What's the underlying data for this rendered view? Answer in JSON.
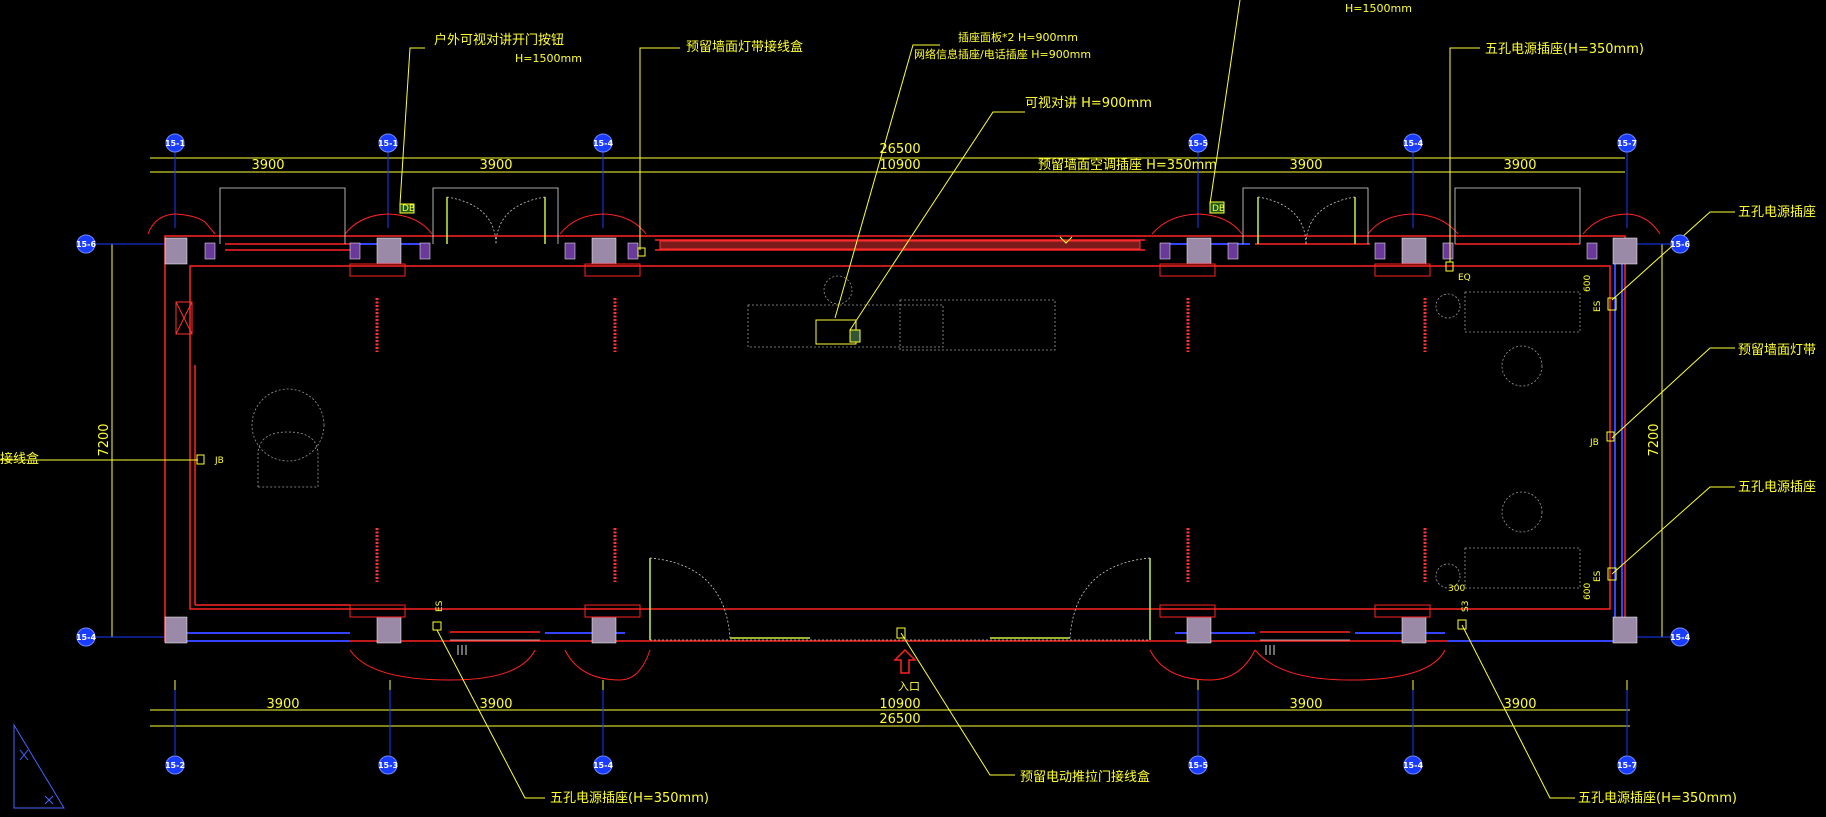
{
  "dimensions": {
    "top_segments": [
      "3900",
      "3900",
      "10900",
      "3900",
      "3900"
    ],
    "bottom_segments": [
      "3900",
      "3900",
      "10900",
      "3900",
      "3900"
    ],
    "total_length": "26500",
    "height": "7200"
  },
  "grid_bubbles": {
    "top": [
      "15-1",
      "15-1",
      "15-4",
      "15-5",
      "15-4",
      "15-7"
    ],
    "bottom": [
      "15-2",
      "15-3",
      "15-4",
      "15-5",
      "15-4",
      "15-7"
    ],
    "left": [
      "15-6",
      "15-4"
    ],
    "right": [
      "15-6",
      "15-4"
    ]
  },
  "annotations": {
    "outdoor_intercom_button": "户外可视对讲开门按钮",
    "outdoor_intercom_height": "H=1500mm",
    "wall_lightstrip_box_top": "预留墙面灯带接线盒",
    "socket_panel": "插座面板*2 H=900mm",
    "network_phone_socket": "网络信息插座/电话插座 H=900mm",
    "video_intercom": "可视对讲 H=900mm",
    "ac_socket": "预留墙面空调插座 H=350mm",
    "top_height_label": "H=1500mm",
    "five_hole_socket_top_right": "五孔电源插座(H=350mm)",
    "five_hole_socket_right_1": "五孔电源插座",
    "wall_lightstrip_right": "预留墙面灯带",
    "five_hole_socket_right_2": "五孔电源插座",
    "junction_box_left": "接线盒",
    "five_hole_socket_bottom_left": "五孔电源插座(H=350mm)",
    "electric_door_box": "预留电动推拉门接线盒",
    "five_hole_socket_bottom_right": "五孔电源插座(H=350mm)",
    "entrance": "入口"
  },
  "symbols": {
    "jb": "JB",
    "es": "ES",
    "eq": "EQ",
    "s3": "S3",
    "db": "DB",
    "dim_600": "600",
    "dim_300": "300"
  },
  "colors": {
    "background": "#000000",
    "annotation": "#ffff33",
    "wall": "#ff2222",
    "window": "#3344ff",
    "column": "#9a8aa8",
    "grid_bubble": "#1a3cff",
    "door": "#c8f040",
    "furniture": "#9a9a9a"
  }
}
